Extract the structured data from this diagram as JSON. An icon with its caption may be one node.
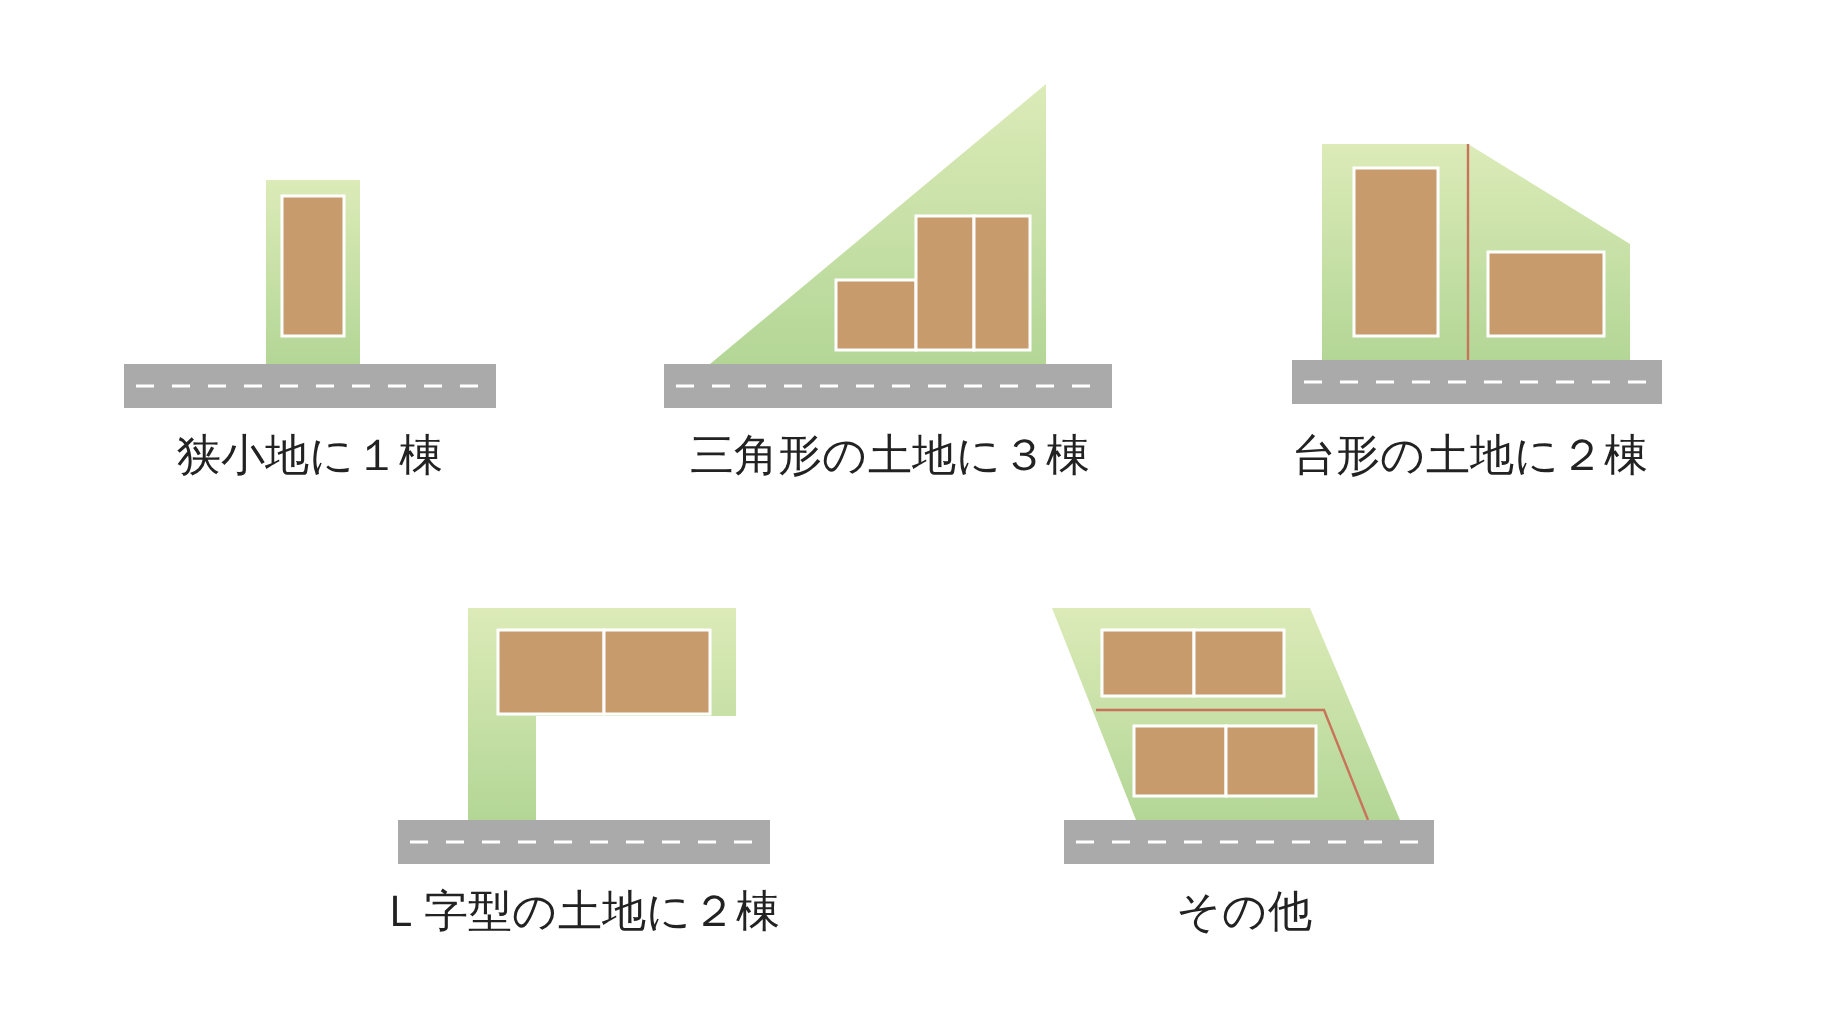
{
  "diagram": {
    "labels": [
      "狭小地に１棟",
      "三角形の土地に３棟",
      "台形の土地に２棟",
      "Ｌ字型の土地に２棟",
      "その他"
    ]
  }
}
